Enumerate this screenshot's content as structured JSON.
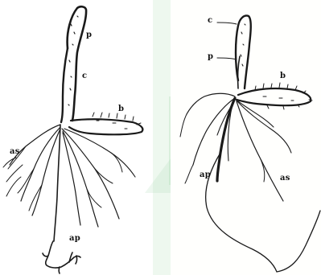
{
  "figure": {
    "left": {
      "labels": {
        "plumule": "p",
        "coleoptile": "c",
        "branch": "b",
        "adventitious_shoots": "as",
        "apical_root": "ap"
      }
    },
    "right": {
      "labels": {
        "coleoptile": "c",
        "plumule": "p",
        "branch": "b",
        "apical_root": "ap",
        "adventitious_shoots": "as"
      }
    }
  },
  "colors": {
    "ink": "#1a1a1a",
    "watermark": "#9bd3a4",
    "gap": "#eef8ef",
    "page": "#ffffff"
  }
}
